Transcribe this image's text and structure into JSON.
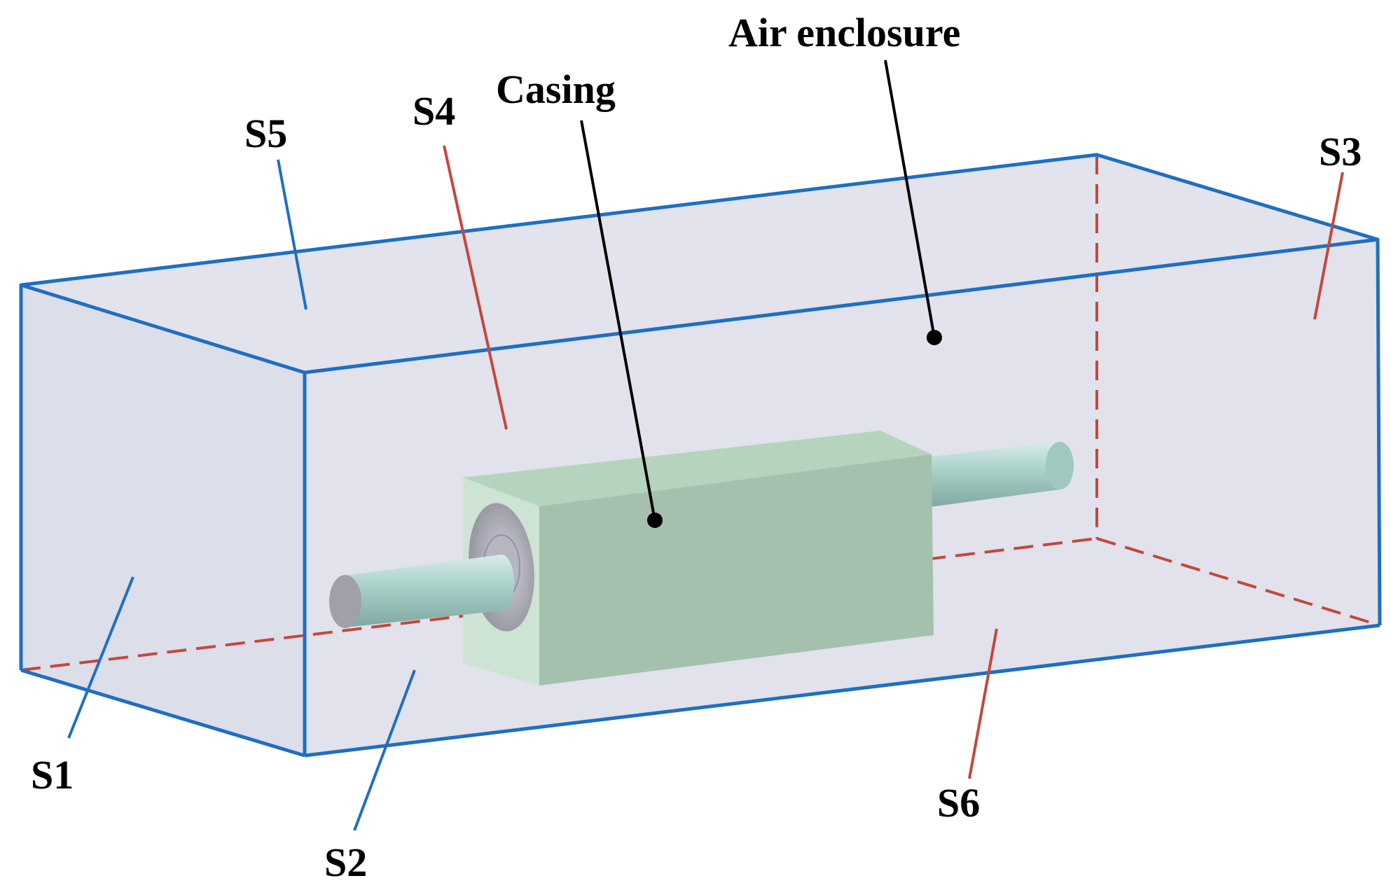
{
  "labels": {
    "air_enclosure": "Air enclosure",
    "casing": "Casing",
    "s1": "S1",
    "s2": "S2",
    "s3": "S3",
    "s4": "S4",
    "s5": "S5",
    "s6": "S6"
  },
  "colors": {
    "visible_edge": "#1f6fc1",
    "hidden_edge": "#c4473d",
    "enclosure_fill": "#e0e2ec",
    "casing_front": "#a5c0ad",
    "casing_top": "#b5d2bc",
    "casing_side": "#cfe6d6",
    "shaft": "#a8cfc8",
    "leader": "#000000"
  }
}
